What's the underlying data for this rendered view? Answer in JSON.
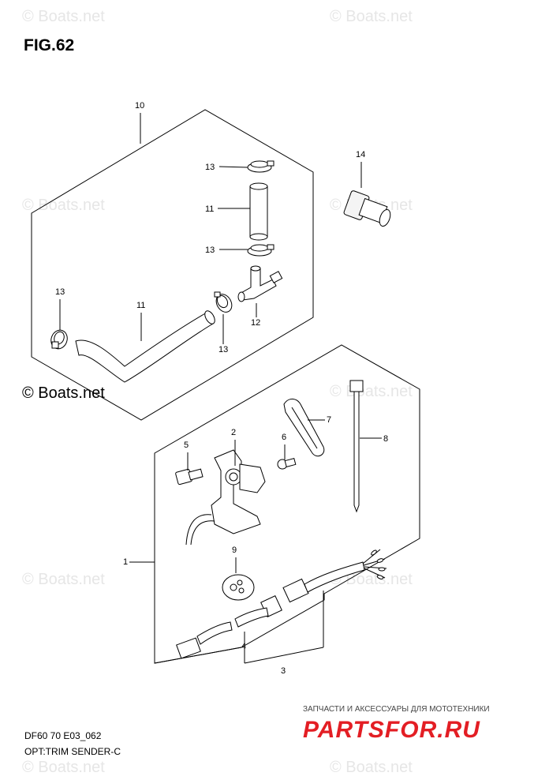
{
  "figure": {
    "title": "FIG.62"
  },
  "watermarks": {
    "text": "© Boats.net",
    "main_text": "© Boats.net"
  },
  "callouts": {
    "c1": "1",
    "c2": "2",
    "c3": "3",
    "c4": "4",
    "c5": "5",
    "c6": "6",
    "c7": "7",
    "c8": "8",
    "c9": "9",
    "c10": "10",
    "c11a": "11",
    "c11b": "11",
    "c12": "12",
    "c13a": "13",
    "c13b": "13",
    "c13c": "13",
    "c13d": "13",
    "c14": "14"
  },
  "footer": {
    "model": "DF60 70 E03_062",
    "caption": "OPT:TRIM SENDER-C"
  },
  "promo": {
    "tagline": "ЗАПЧАСТИ И АКСЕССУАРЫ ДЛЯ МОТОТЕХНИКИ",
    "brand": "PARTSFOR.RU",
    "brand_color": "#e31e24"
  }
}
